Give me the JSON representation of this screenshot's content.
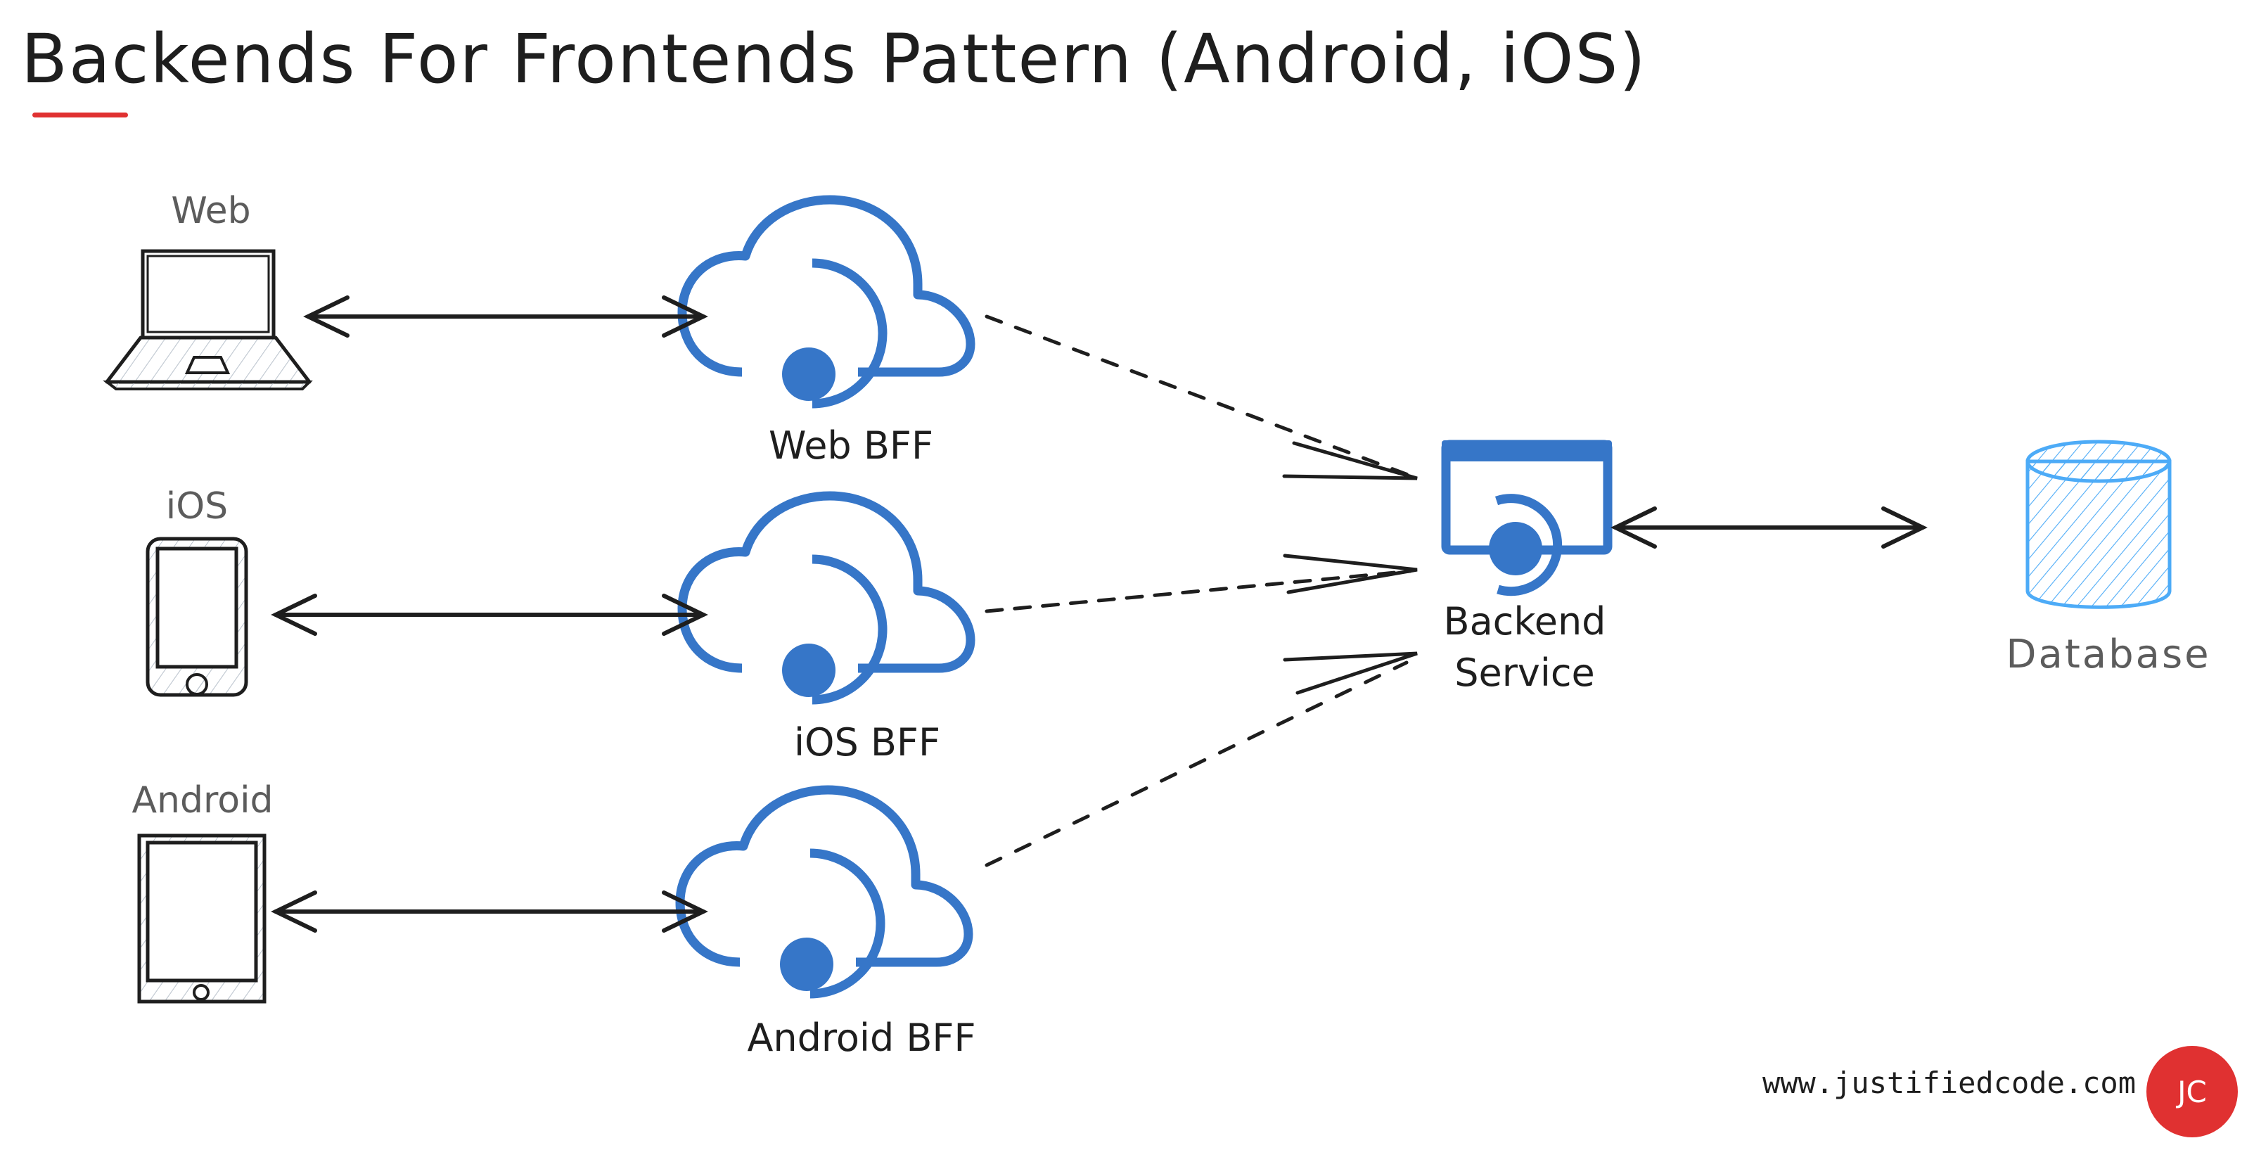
{
  "title": "Backends For Frontends Pattern (Android, iOS)",
  "colors": {
    "accent_blue": "#3676c8",
    "database_blue": "#4dabf7",
    "stroke_dark": "#1e1e1e",
    "label_gray": "#5c5c5c",
    "brand_red": "#e03131"
  },
  "clients": [
    {
      "id": "web",
      "label": "Web",
      "icon": "laptop-icon"
    },
    {
      "id": "ios",
      "label": "iOS",
      "icon": "phone-icon"
    },
    {
      "id": "android",
      "label": "Android",
      "icon": "tablet-icon"
    }
  ],
  "bffs": [
    {
      "id": "web-bff",
      "label": "Web BFF",
      "icon": "cloud-service-icon"
    },
    {
      "id": "ios-bff",
      "label": "iOS BFF",
      "icon": "cloud-service-icon"
    },
    {
      "id": "android-bff",
      "label": "Android BFF",
      "icon": "cloud-service-icon"
    }
  ],
  "backend": {
    "label_line1": "Backend",
    "label_line2": "Service",
    "icon": "app-service-icon"
  },
  "database": {
    "label": "Database",
    "icon": "database-icon"
  },
  "edges": [
    {
      "from": "web",
      "to": "web-bff",
      "style": "solid",
      "direction": "both"
    },
    {
      "from": "ios",
      "to": "ios-bff",
      "style": "solid",
      "direction": "both"
    },
    {
      "from": "android",
      "to": "android-bff",
      "style": "solid",
      "direction": "both"
    },
    {
      "from": "web-bff",
      "to": "backend",
      "style": "dashed",
      "direction": "forward"
    },
    {
      "from": "ios-bff",
      "to": "backend",
      "style": "dashed",
      "direction": "forward"
    },
    {
      "from": "android-bff",
      "to": "backend",
      "style": "dashed",
      "direction": "forward"
    },
    {
      "from": "backend",
      "to": "database",
      "style": "solid",
      "direction": "both"
    }
  ],
  "footer": {
    "url": "www.justifiedcode.com",
    "badge": "JC"
  }
}
